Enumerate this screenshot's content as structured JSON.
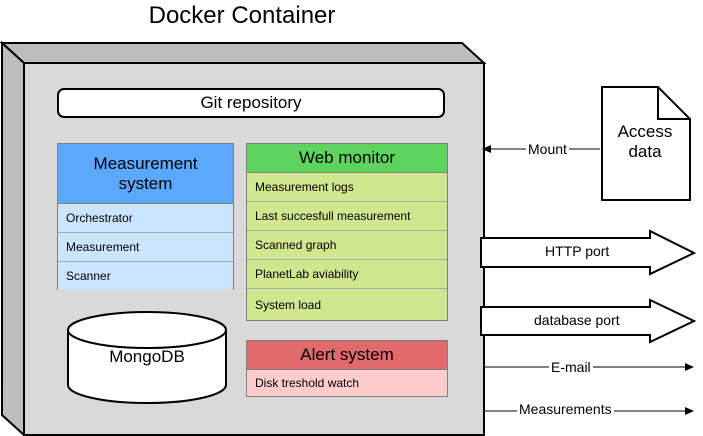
{
  "title": "Docker Container",
  "git_repository": "Git repository",
  "measurement_system": {
    "header": "Measurement system",
    "items": [
      "Orchestrator",
      "Measurement",
      "Scanner"
    ]
  },
  "web_monitor": {
    "header": "Web monitor",
    "items": [
      "Measurement logs",
      "Last succesfull measurement",
      "Scanned graph",
      "PlanetLab aviability",
      "System load"
    ]
  },
  "alert_system": {
    "header": "Alert system",
    "items": [
      "Disk treshold watch"
    ]
  },
  "database": "MongoDB",
  "access_data": "Access data",
  "connections": {
    "mount": "Mount",
    "http_port": "HTTP port",
    "database_port": "database port",
    "email": "E-mail",
    "measurements": "Measurements"
  },
  "colors": {
    "container": "#d9d9d9",
    "measurement_header": "#5ba8ff",
    "measurement_body": "#cce5ff",
    "web_header": "#5ed45e",
    "web_body": "#cfe78e",
    "alert_header": "#e16a6a",
    "alert_body": "#ffcccc"
  }
}
